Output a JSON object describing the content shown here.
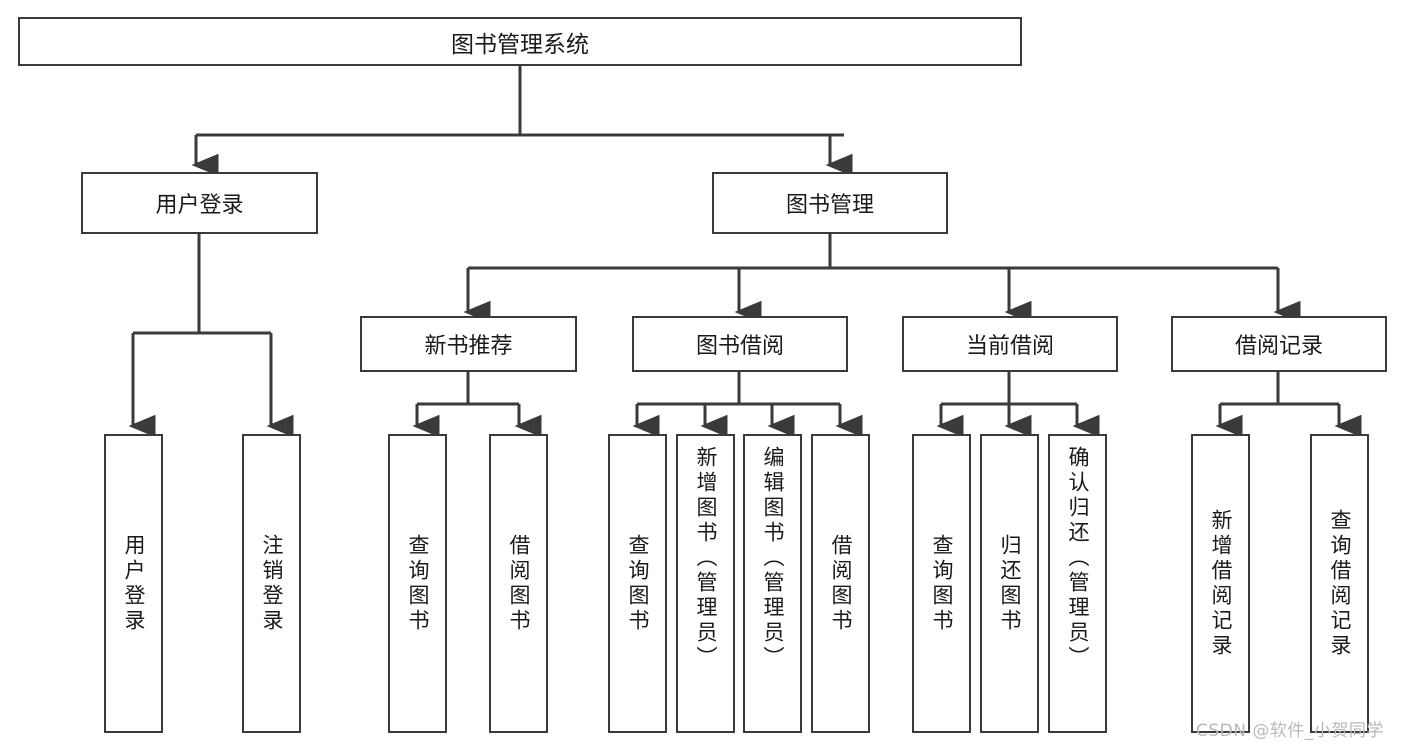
{
  "diagram": {
    "type": "tree-hierarchy-chart",
    "title": "图书管理系统",
    "orientation": "top-down",
    "colors": {
      "box_border": "#3a3a3a",
      "box_fill": "#ffffff",
      "edge": "#3a3a3a",
      "text": "#1a1a1a",
      "watermark": "#b9b9b9",
      "background": "#ffffff"
    },
    "root": {
      "label": "图书管理系统"
    },
    "level2": [
      {
        "id": "user-login",
        "label": "用户登录"
      },
      {
        "id": "book-management",
        "label": "图书管理"
      }
    ],
    "level3": [
      {
        "id": "new-book-recommend",
        "label": "新书推荐"
      },
      {
        "id": "book-borrow",
        "label": "图书借阅"
      },
      {
        "id": "current-borrow",
        "label": "当前借阅"
      },
      {
        "id": "borrow-record",
        "label": "借阅记录"
      }
    ],
    "leaves": {
      "user_login": [
        {
          "id": "leaf-user-login",
          "label": "用户登录"
        },
        {
          "id": "leaf-logout-login",
          "label": "注销登录"
        }
      ],
      "new_book_recommend": [
        {
          "id": "leaf-query-book-1",
          "label": "查询图书"
        },
        {
          "id": "leaf-borrow-book-1",
          "label": "借阅图书"
        }
      ],
      "book_borrow": [
        {
          "id": "leaf-query-book-2",
          "label": "查询图书"
        },
        {
          "id": "leaf-add-book",
          "label": "新增图书（管理员）"
        },
        {
          "id": "leaf-edit-book",
          "label": "编辑图书（管理员）"
        },
        {
          "id": "leaf-borrow-book-2",
          "label": "借阅图书"
        }
      ],
      "current_borrow": [
        {
          "id": "leaf-query-book-3",
          "label": "查询图书"
        },
        {
          "id": "leaf-return-book",
          "label": "归还图书"
        },
        {
          "id": "leaf-confirm-return",
          "label": "确认归还（管理员）"
        }
      ],
      "borrow_record": [
        {
          "id": "leaf-add-record",
          "label": "新增借阅记录"
        },
        {
          "id": "leaf-query-record",
          "label": "查询借阅记录"
        }
      ]
    }
  },
  "watermark": {
    "text": "CSDN @软件_小贺同学"
  }
}
